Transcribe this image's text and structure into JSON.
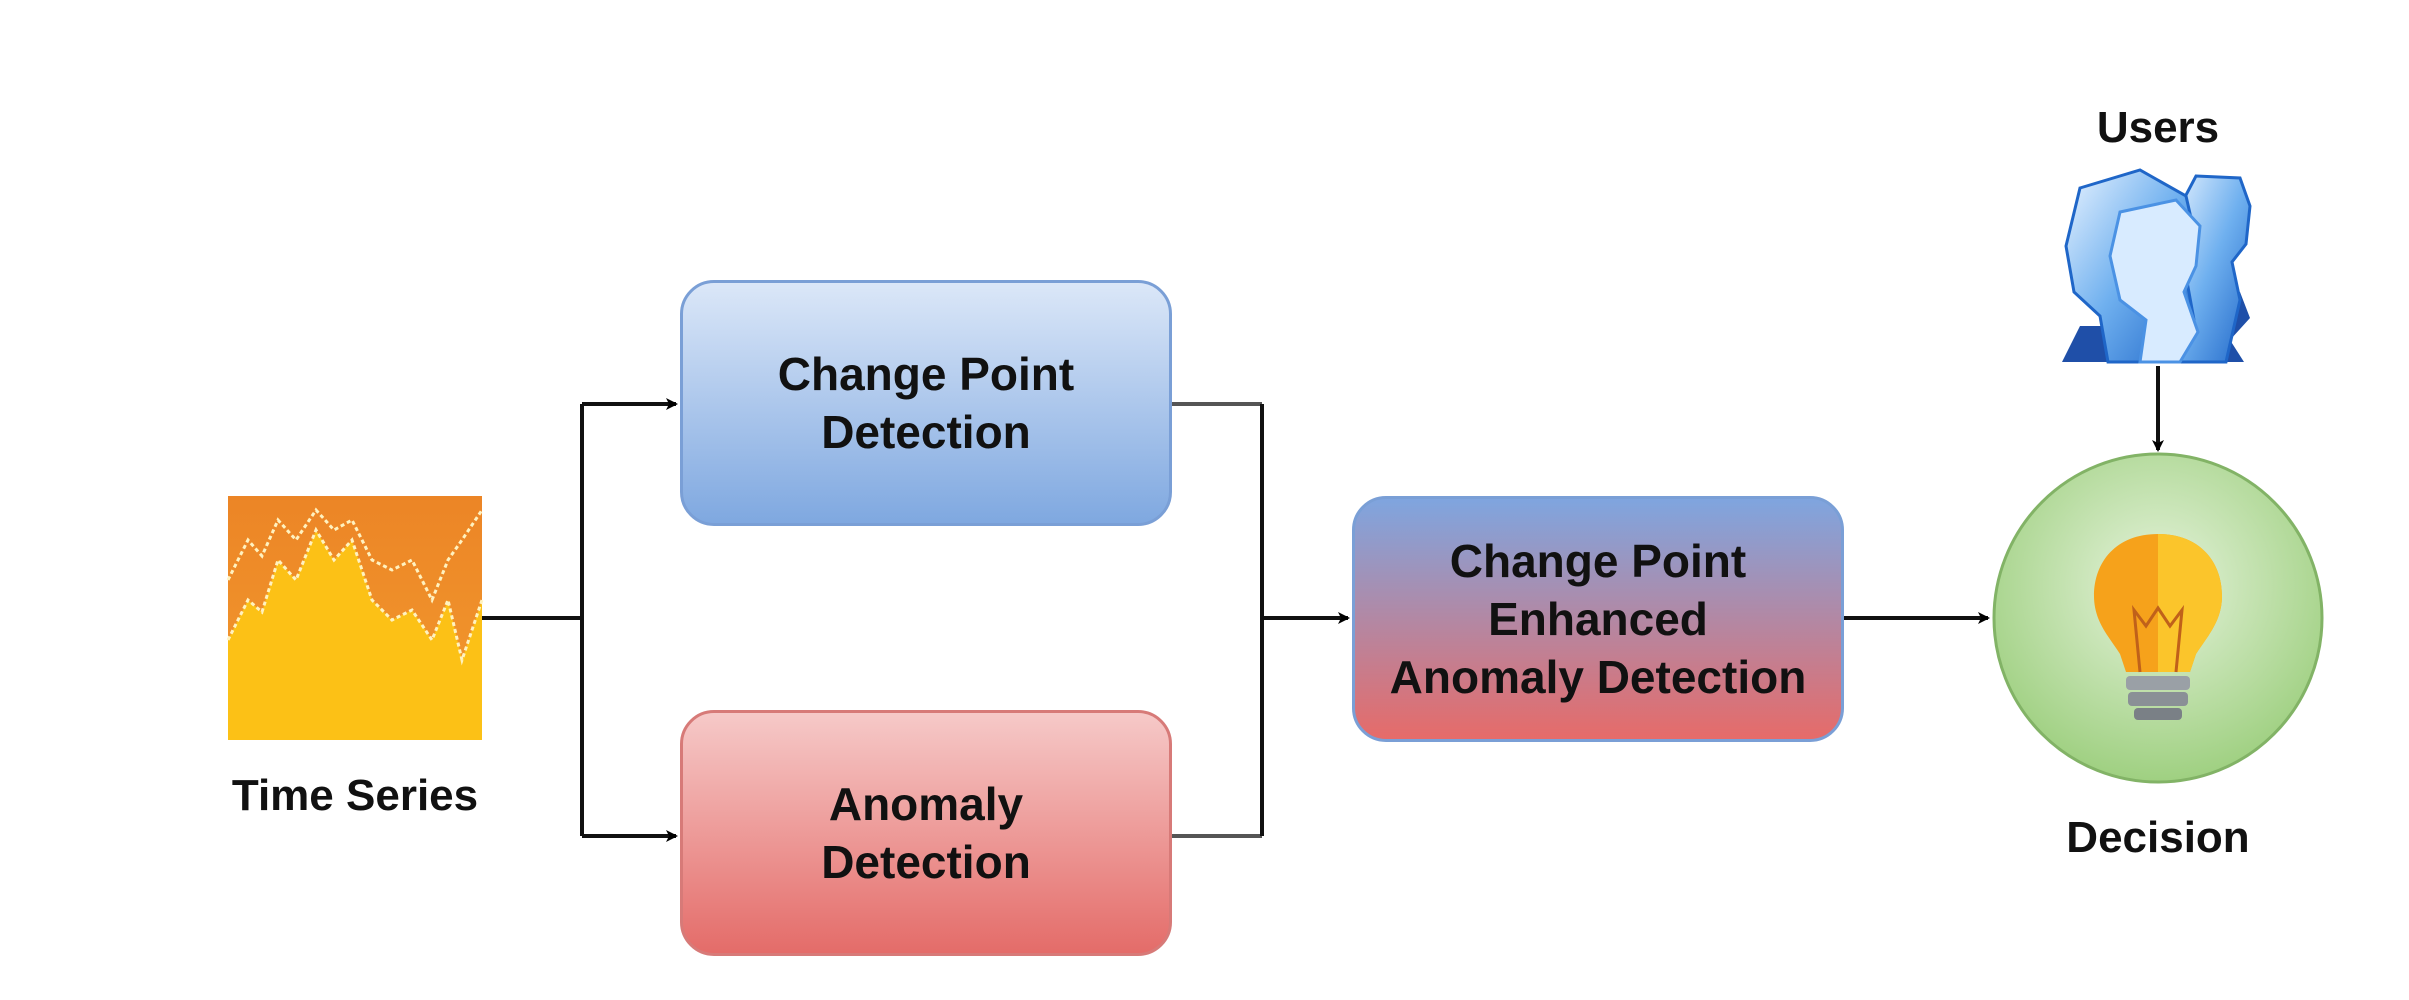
{
  "time_series": {
    "label": "Time Series"
  },
  "boxes": {
    "change_point_detection": "Change Point\nDetection",
    "anomaly_detection": "Anomaly\nDetection",
    "enhanced": "Change Point\nEnhanced\nAnomaly Detection"
  },
  "users": {
    "label": "Users"
  },
  "decision": {
    "label": "Decision"
  },
  "colors": {
    "cpd_top": "#dbe7f8",
    "cpd_bottom": "#7fa8e0",
    "ad_top": "#f6c9c8",
    "ad_bottom": "#e46c69",
    "chart_orange": "#ee8a2a",
    "chart_yellow": "#fcc116",
    "decision_fill": "#b9dea3",
    "decision_border": "#82b366",
    "bulb": "#f6a21b",
    "users_blue": "#2f7fd6"
  },
  "icons": {
    "time_series": "time-series-chart-icon",
    "users": "users-icon",
    "decision": "lightbulb-icon"
  }
}
